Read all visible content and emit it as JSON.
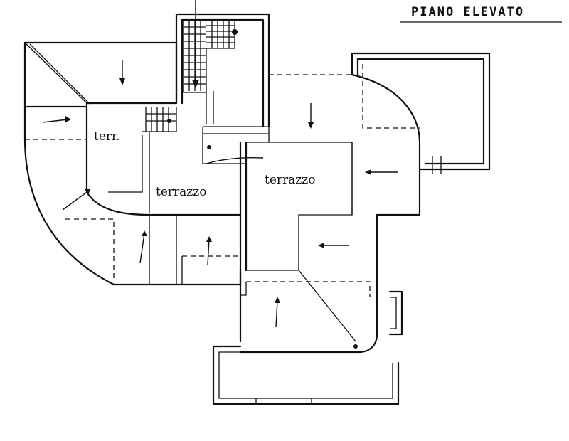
{
  "drawing": {
    "title": "PIANO ELEVATO",
    "labels": {
      "terr_short": "terr.",
      "terrazzo_left": "terrazzo",
      "terrazzo_center": "terrazzo"
    }
  }
}
